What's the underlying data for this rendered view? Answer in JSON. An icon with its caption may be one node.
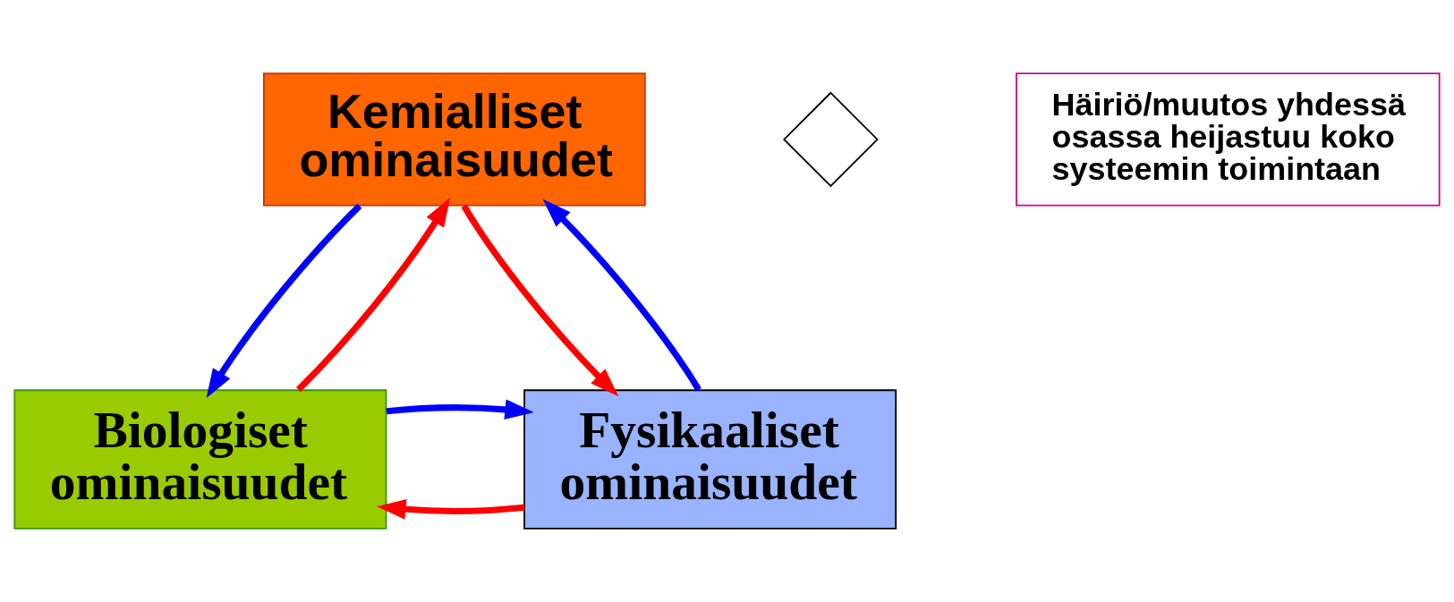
{
  "diagram": {
    "nodes": [
      {
        "text": [
          "Kemialliset ominaisuudet"
        ]
      },
      {
        "text": [],
        "shape": "cross"
      },
      {
        "text": [
          "Häiriö/muutos yhdessä osassa heijastuu koko systeemin toimintaan"
        ]
      },
      {
        "text": [
          "Biologiset ominaisuudet"
        ]
      },
      {
        "text": [
          "Fysikaaliset ominaisuudet"
        ]
      }
    ],
    "edges": [
      {
        "from": 0,
        "to": 3,
        "arrow": "to",
        "color": "#0000ff"
      },
      {
        "from": 3,
        "to": 0,
        "arrow": "to",
        "color": "#ff0000"
      },
      {
        "from": 0,
        "to": 4,
        "arrow": "to",
        "color": "#ff0000"
      },
      {
        "from": 4,
        "to": 0,
        "arrow": "to",
        "color": "#0000ff"
      },
      {
        "from": 4,
        "to": 3,
        "arrow": "to",
        "color": "#ff0000"
      },
      {
        "from": 3,
        "to": 4,
        "arrow": "to",
        "color": "#0000ff"
      }
    ]
  }
}
